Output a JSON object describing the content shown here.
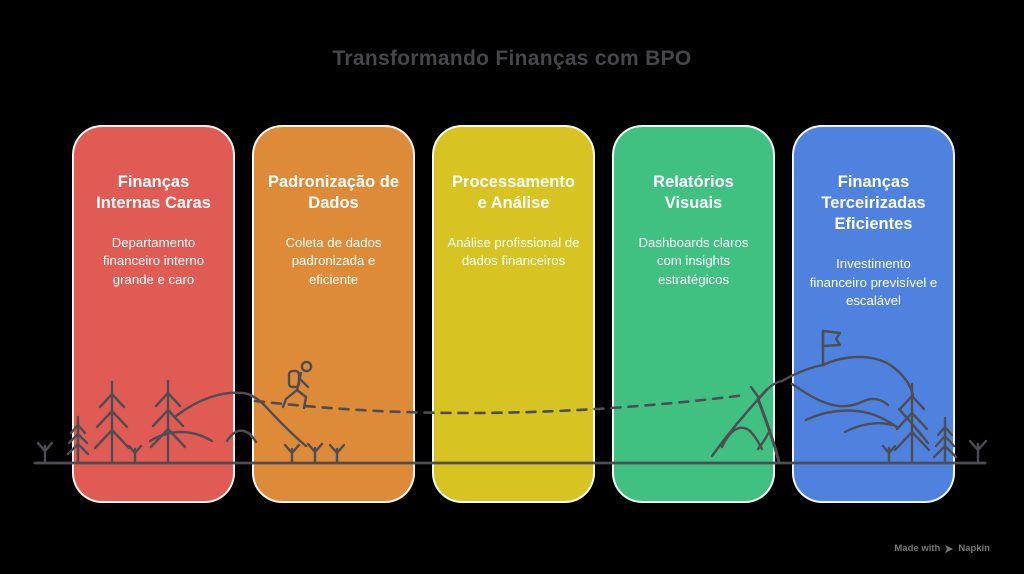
{
  "title": "Transformando Finanças com BPO",
  "cards": [
    {
      "title": "Finanças Internas Caras",
      "body": "Departamento financeiro interno grande e caro",
      "color": "#DF5B54"
    },
    {
      "title": "Padronização de Dados",
      "body": "Coleta de dados padronizada e eficiente",
      "color": "#DD8A39"
    },
    {
      "title": "Processamento e Análise",
      "body": "Análise profissional de dados financeiros",
      "color": "#D7C322"
    },
    {
      "title": "Relatórios Visuais",
      "body": "Dashboards claros com insights estratégicos",
      "color": "#40C181"
    },
    {
      "title": "Finanças Terceirizadas Eficientes",
      "body": "Investimento financeiro previsível e escalável",
      "color": "#4F82DE"
    }
  ],
  "illustration": {
    "stroke_color": "#4d4d53",
    "icons": [
      "ground-line",
      "sprout-icon",
      "pine-tree-icon",
      "hills",
      "hiker-icon",
      "dashed-journey-path",
      "path-arrowhead-icon",
      "mountain-icon",
      "flag-icon"
    ]
  },
  "watermark": {
    "prefix": "Made with",
    "brand": "Napkin",
    "icon": "napkin-pen-icon"
  },
  "colors": {
    "background": "#000000",
    "title_text": "#46464b",
    "card_text": "#ffffff",
    "card_border": "#ffffff",
    "watermark_text": "#767676"
  }
}
